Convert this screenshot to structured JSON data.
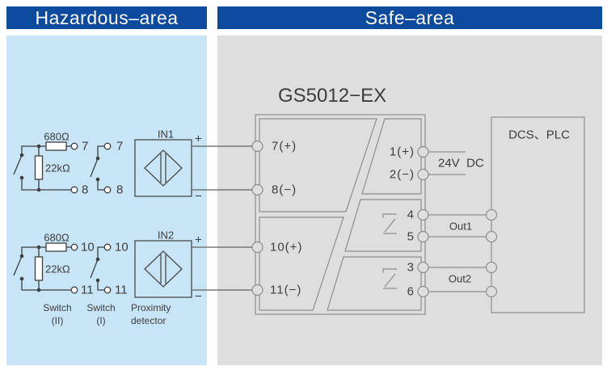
{
  "colors": {
    "header_blue": "#0b4a9d",
    "haz_bg": "#c8e4f7",
    "safe_bg": "#dedede",
    "line_dark": "#3f3f3f",
    "line_gray": "#8e8e8e",
    "wire_mid": "#606060",
    "text": "#3d3d3d"
  },
  "headers": {
    "hazardous": "Hazardous–area",
    "safe": "Safe–area"
  },
  "hazardous": {
    "resistor_series": "680Ω",
    "resistor_shunt": "22kΩ",
    "terminal_7": "7",
    "terminal_8": "8",
    "terminal_10": "10",
    "terminal_11": "11",
    "in1": "IN1",
    "in2": "IN2",
    "plus": "+",
    "minus": "−",
    "caption_switch2_line1": "Switch",
    "caption_switch2_line2": "(II)",
    "caption_switch1_line1": "Switch",
    "caption_switch1_line2": "(I)",
    "caption_detector_line1": "Proximity",
    "caption_detector_line2": "detector"
  },
  "module": {
    "title": "GS5012−EX",
    "left_terminals": [
      "7(+)",
      "8(−)",
      "10(+)",
      "11(−)"
    ],
    "right_terminals": [
      "1(+)",
      "2(−)",
      "4",
      "5",
      "3",
      "6"
    ]
  },
  "safe": {
    "power": "24V  DC",
    "out1": "Out1",
    "out2": "Out2",
    "dcs": "DCS、PLC"
  }
}
